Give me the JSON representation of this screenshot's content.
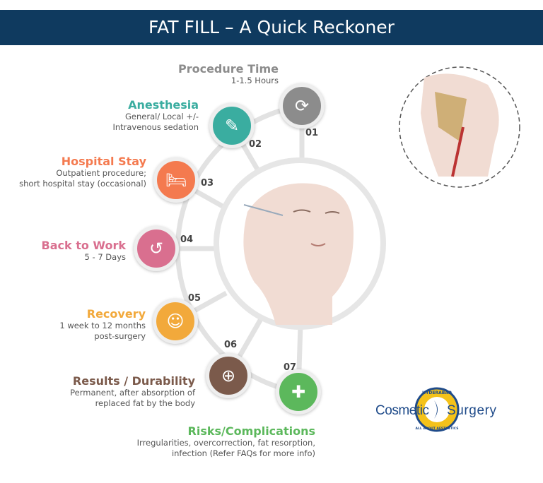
{
  "title": "FAT FILL – A Quick Reckoner",
  "steps": [
    {
      "num": "01",
      "title": "Procedure Time",
      "desc": [
        "1-1.5 Hours"
      ],
      "color": "#8c8c8c",
      "icon": "clock-icon"
    },
    {
      "num": "02",
      "title": "Anesthesia",
      "desc": [
        "General/ Local +/-",
        "Intravenous sedation"
      ],
      "color": "#3aada0",
      "icon": "syringe-icon"
    },
    {
      "num": "03",
      "title": "Hospital Stay",
      "desc": [
        "Outpatient procedure;",
        "short hospital stay (occasional)"
      ],
      "color": "#f47a4f",
      "icon": "hospital-bed-icon"
    },
    {
      "num": "04",
      "title": "Back to Work",
      "desc": [
        "5 - 7 Days"
      ],
      "color": "#d96f8f",
      "icon": "person-return-icon"
    },
    {
      "num": "05",
      "title": "Recovery",
      "desc": [
        "1 week to 12 months",
        "post-surgery"
      ],
      "color": "#f2a93b",
      "icon": "person-calendar-icon"
    },
    {
      "num": "06",
      "title": "Results / Durability",
      "desc": [
        "Permanent, after absorption of",
        "replaced fat by the body"
      ],
      "color": "#7b5a4b",
      "icon": "medical-kit-icon"
    },
    {
      "num": "07",
      "title": "Risks/Complications",
      "desc": [
        "Irregularities, overcorrection, fat resorption,",
        "infection (Refer FAQs for more info)"
      ],
      "color": "#5cb85c",
      "icon": "syringe-shield-icon"
    }
  ],
  "logo": {
    "top": "HYDERABAD",
    "left": "Cosmetic",
    "right": "Surgery",
    "bottom": "ALL ABOUT AESTHETICS"
  }
}
